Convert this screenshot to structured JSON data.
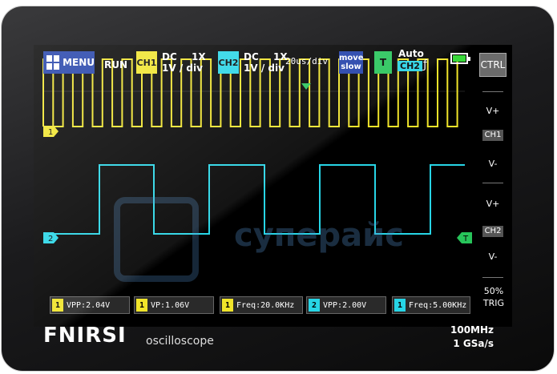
{
  "menu": {
    "label": "MENU"
  },
  "status": {
    "run": "RUN"
  },
  "ch1": {
    "badge": "CH1",
    "coupling": "DC",
    "probe": "1X",
    "scale": "1V / div",
    "marker": "1",
    "color": "#f0e42a"
  },
  "ch2": {
    "badge": "CH2",
    "coupling": "DC",
    "probe": "1X",
    "scale": "1V / div",
    "marker": "2",
    "color": "#27d5e6"
  },
  "timebase": "20us/div",
  "move": {
    "line1": "move",
    "line2": "slow"
  },
  "trigger": {
    "button": "T",
    "mode": "Auto",
    "source": "CH2",
    "edge": "ƒ",
    "marker": "T"
  },
  "battery": {
    "icon": "battery-icon",
    "level": 1.0
  },
  "ctrl": "CTRL",
  "side": {
    "ch1_plus": "V+",
    "ch1_label": "CH1",
    "ch1_minus": "V-",
    "ch2_plus": "V+",
    "ch2_label": "CH2",
    "ch2_minus": "V-",
    "trig_pct": "50%",
    "trig_label": "TRIG"
  },
  "measurements": [
    {
      "channel": "1",
      "text": "VPP:2.04V"
    },
    {
      "channel": "1",
      "text": "VP:1.06V"
    },
    {
      "channel": "1",
      "text": "Freq:20.0KHz"
    },
    {
      "channel": "2",
      "text": "VPP:2.00V"
    },
    {
      "channel": "1",
      "text": "Freq:5.00KHz"
    }
  ],
  "brand": {
    "logo": "FNIRSI",
    "product": "oscilloscope"
  },
  "specs": {
    "bandwidth": "100MHz",
    "sample_rate": "1 GSa/s"
  },
  "watermark": "суперайс"
}
